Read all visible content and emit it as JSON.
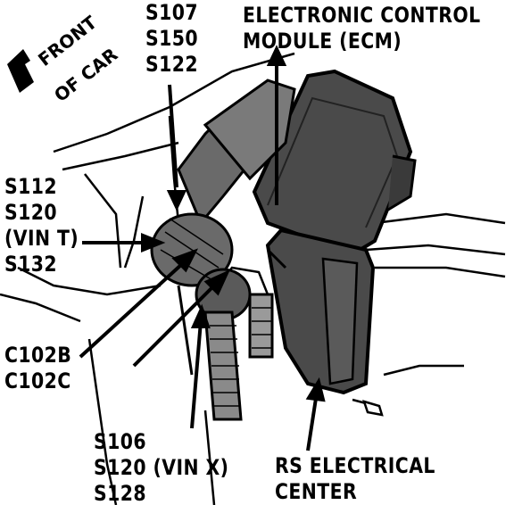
{
  "orientation": {
    "line1": "FRONT",
    "line2": "OF CAR"
  },
  "labels": {
    "splices_top": [
      "S107",
      "S150",
      "S122"
    ],
    "ecm": [
      "ELECTRONIC CONTROL",
      "MODULE (ECM)"
    ],
    "splices_left": [
      "S112",
      "S120",
      "(VIN T)",
      "S132"
    ],
    "connectors": [
      "C102B",
      "C102C"
    ],
    "splices_bottom": [
      "S106",
      "S120 (VIN X)",
      "S128"
    ],
    "rs_center": [
      "RS ELECTRICAL",
      "CENTER"
    ]
  },
  "colors": {
    "ink": "#000000",
    "paper": "#ffffff",
    "module_fill": "#4a4a4a"
  }
}
